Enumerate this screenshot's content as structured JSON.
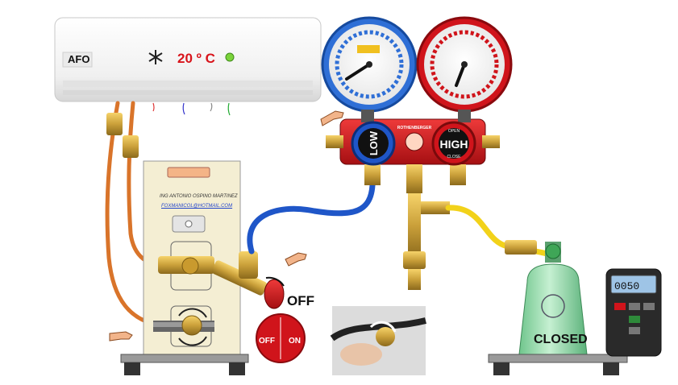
{
  "indoor_unit": {
    "brand_label": "AFO",
    "temperature": "20 º C",
    "icons": [
      "snowflake-icon",
      "power-led-icon"
    ]
  },
  "outdoor_unit": {
    "author": "ING ANTONIO OSPINO MARTINEZ",
    "email": "FOXMANICOL@HOTMAIL.COM"
  },
  "manifold": {
    "brand": "ROTHENBERGER",
    "low_label": "LOW",
    "high_label": "HIGH",
    "open_label": "OPEN",
    "close_label": "CLOSE"
  },
  "valve": {
    "state_label": "OFF",
    "off_button": "OFF",
    "on_button": "ON"
  },
  "cylinder": {
    "state_label": "CLOSED"
  },
  "scale": {
    "readout": "0050"
  },
  "colors": {
    "low_side": "#1f56c8",
    "high_side": "#d0141b",
    "charge_hose": "#f2d21a",
    "copper": "#d9742a",
    "cylinder": "#8fd9a6"
  }
}
